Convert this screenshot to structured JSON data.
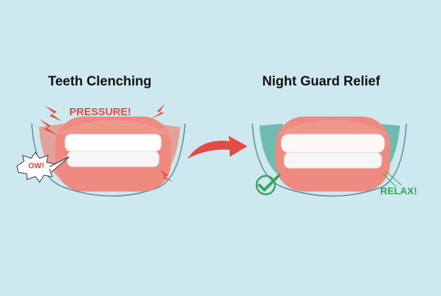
{
  "panels": {
    "left": {
      "title": "Teeth Clenching",
      "pressure_label": "PRESSURE!",
      "pain_label": "OW!"
    },
    "right": {
      "title": "Night Guard Relief",
      "relax_label": "RELAX!"
    }
  },
  "colors": {
    "background": "#cde8ef",
    "gum": "#ee8a80",
    "gum_dark": "#e06a62",
    "teeth": "#ffffff",
    "alert_red": "#e54b45",
    "relief_green": "#3aa35a",
    "teal_muscle": "#5fb3a4",
    "jaw_line": "#5a8a94"
  },
  "icons": [
    "lightning-icon",
    "arrow-right-icon",
    "checkmark-icon",
    "speech-burst-icon"
  ]
}
